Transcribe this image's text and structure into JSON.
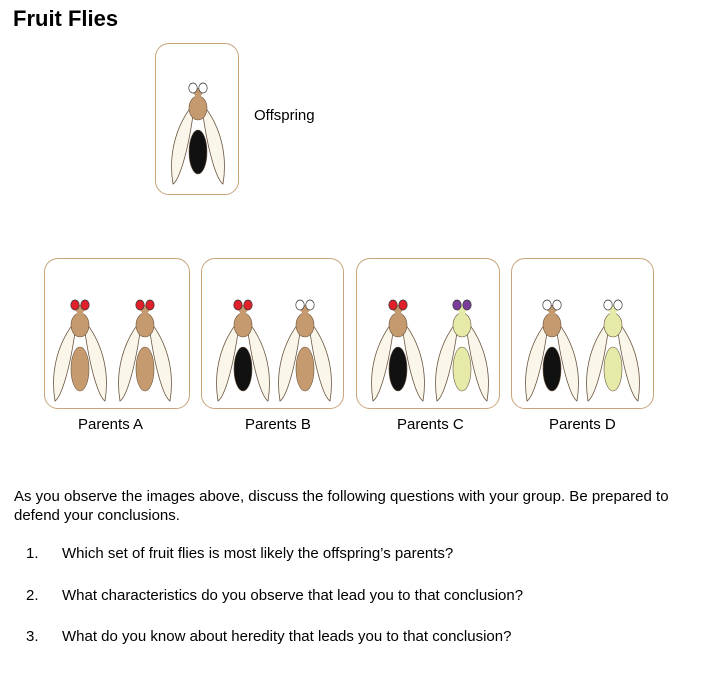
{
  "title": "Fruit Flies",
  "offspring": {
    "label": "Offspring"
  },
  "parents": [
    {
      "label": "Parents A"
    },
    {
      "label": "Parents B"
    },
    {
      "label": "Parents C"
    },
    {
      "label": "Parents D"
    }
  ],
  "intro": "As you observe the images above, discuss the following questions with your group. Be prepared to defend your conclusions.",
  "questions": [
    {
      "num": "1.",
      "text": "Which set of fruit flies is most likely the offspring’s parents?"
    },
    {
      "num": "2.",
      "text": "What characteristics do you observe that lead you to that conclusion?"
    },
    {
      "num": "3.",
      "text": "What do you know about heredity that leads you to that conclusion?"
    }
  ],
  "colors": {
    "card_border": "#c9a47c",
    "body_tan": "#c59a6e",
    "body_yellow": "#e5eaa8",
    "eye_red": "#e0202a",
    "eye_purple": "#7a3e9a",
    "eye_white": "#ffffff",
    "abdomen_black": "#111111",
    "wing": "#faf6ea"
  }
}
